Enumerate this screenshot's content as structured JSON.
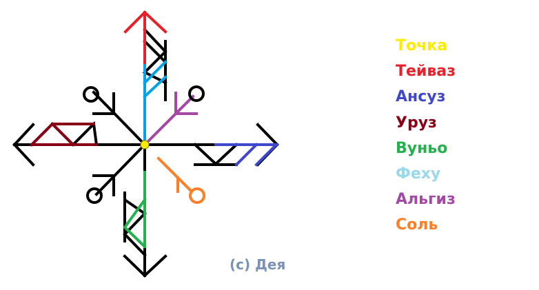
{
  "legend": [
    {
      "label": "Точка",
      "color": "#ffeb00"
    },
    {
      "label": "Тейваз",
      "color": "#e8202a"
    },
    {
      "label": "Ансуз",
      "color": "#3f48cc"
    },
    {
      "label": "Уруз",
      "color": "#880015"
    },
    {
      "label": "Вуньо",
      "color": "#22b14c"
    },
    {
      "label": "Феху",
      "color": "#99d9ea"
    },
    {
      "label": "Альгиз",
      "color": "#a349a4"
    },
    {
      "label": "Соль",
      "color": "#ff7f27"
    }
  ],
  "copyright": {
    "text": "(c) Дея",
    "color": "#7b92b7"
  },
  "figure": {
    "stroke_color": "#000000",
    "feh_line_color": "#00a2e8"
  }
}
